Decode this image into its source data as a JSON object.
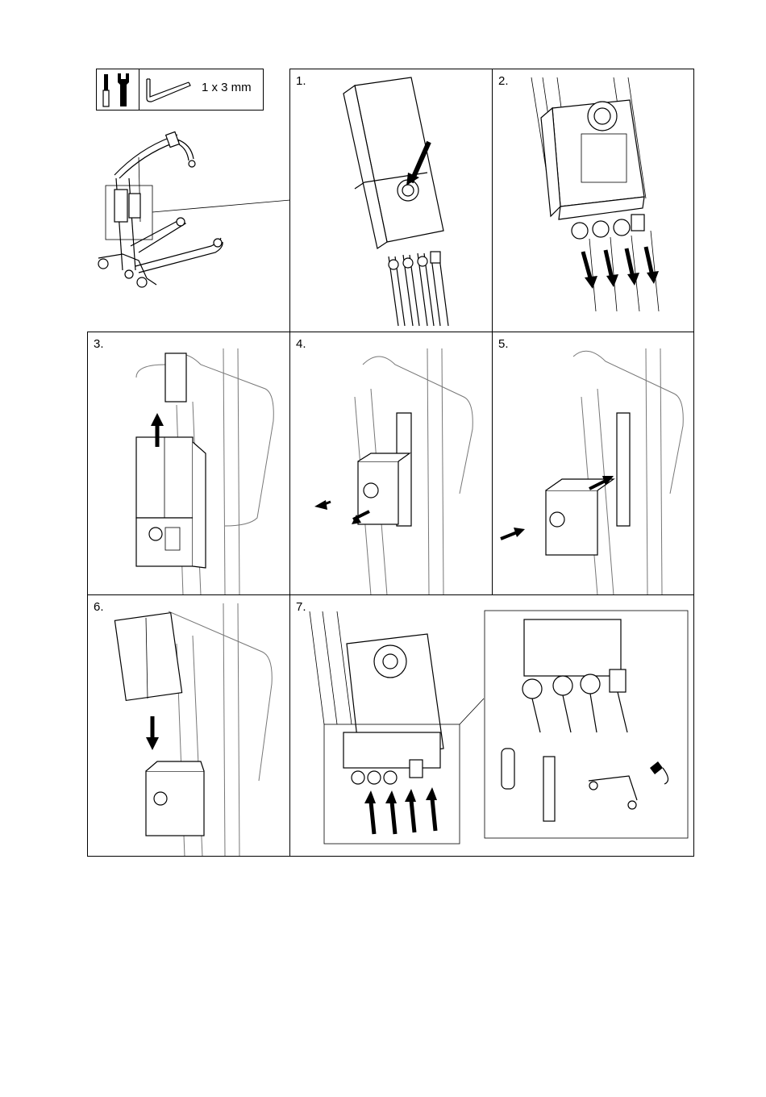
{
  "tools": {
    "icons": [
      "screwdriver-icon",
      "wrench-icon",
      "hex-key-icon"
    ],
    "hex_key_label": "1 x 3 mm"
  },
  "steps": [
    {
      "number": "1."
    },
    {
      "number": "2."
    },
    {
      "number": "3."
    },
    {
      "number": "4."
    },
    {
      "number": "5."
    },
    {
      "number": "6."
    },
    {
      "number": "7."
    }
  ],
  "accessories": [
    "hand-control-icon",
    "emergency-stop-icon",
    "lift-base-icon",
    "mains-plug-icon"
  ]
}
